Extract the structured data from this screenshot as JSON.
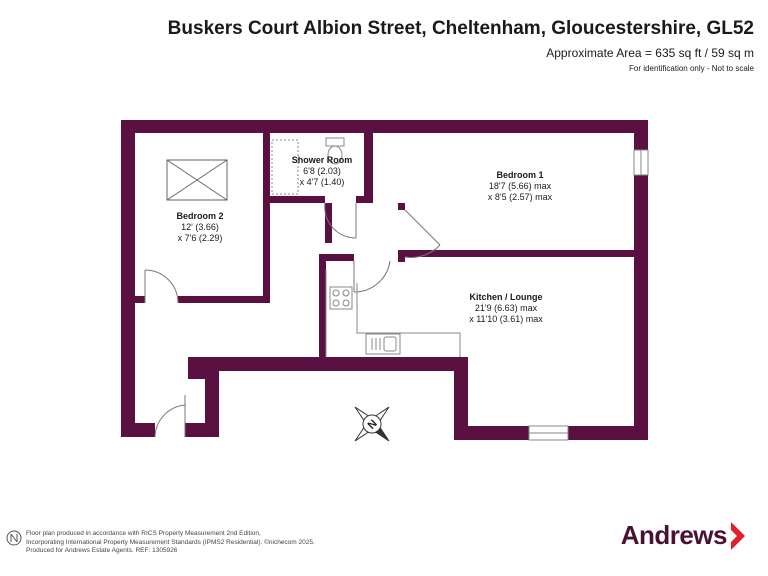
{
  "header": {
    "title": "Buskers Court Albion Street, Cheltenham, Gloucestershire, GL52",
    "area": "Approximate Area = 635 sq ft / 59 sq m",
    "disclaimer": "For identification only - Not to scale"
  },
  "rooms": {
    "bedroom2": {
      "name": "Bedroom 2",
      "line1": "12' (3.66)",
      "line2": "x 7'6 (2.29)"
    },
    "shower": {
      "name": "Shower Room",
      "line1": "6'8 (2.03)",
      "line2": "x 4'7 (1.40)"
    },
    "bedroom1": {
      "name": "Bedroom 1",
      "line1": "18'7 (5.66) max",
      "line2": "x 8'5 (2.57) max"
    },
    "kitchen": {
      "name": "Kitchen / Lounge",
      "line1": "21'9 (6.63) max",
      "line2": "x 11'10 (3.61) max"
    }
  },
  "compass": {
    "letter": "N"
  },
  "footer": {
    "line1": "Floor plan produced in accordance with RICS Property Measurement 2nd Edition,",
    "line2": "Incorporating International Property Measurement Standards (IPMS2 Residential).  ©nichecom 2025.",
    "line3": "Produced for Andrews Estate Agents.   REF: 1305926"
  },
  "brand": {
    "name": "Andrews",
    "color": "#4a1035",
    "accent": "#e41e2b"
  },
  "colors": {
    "wall": "#5a1040"
  }
}
